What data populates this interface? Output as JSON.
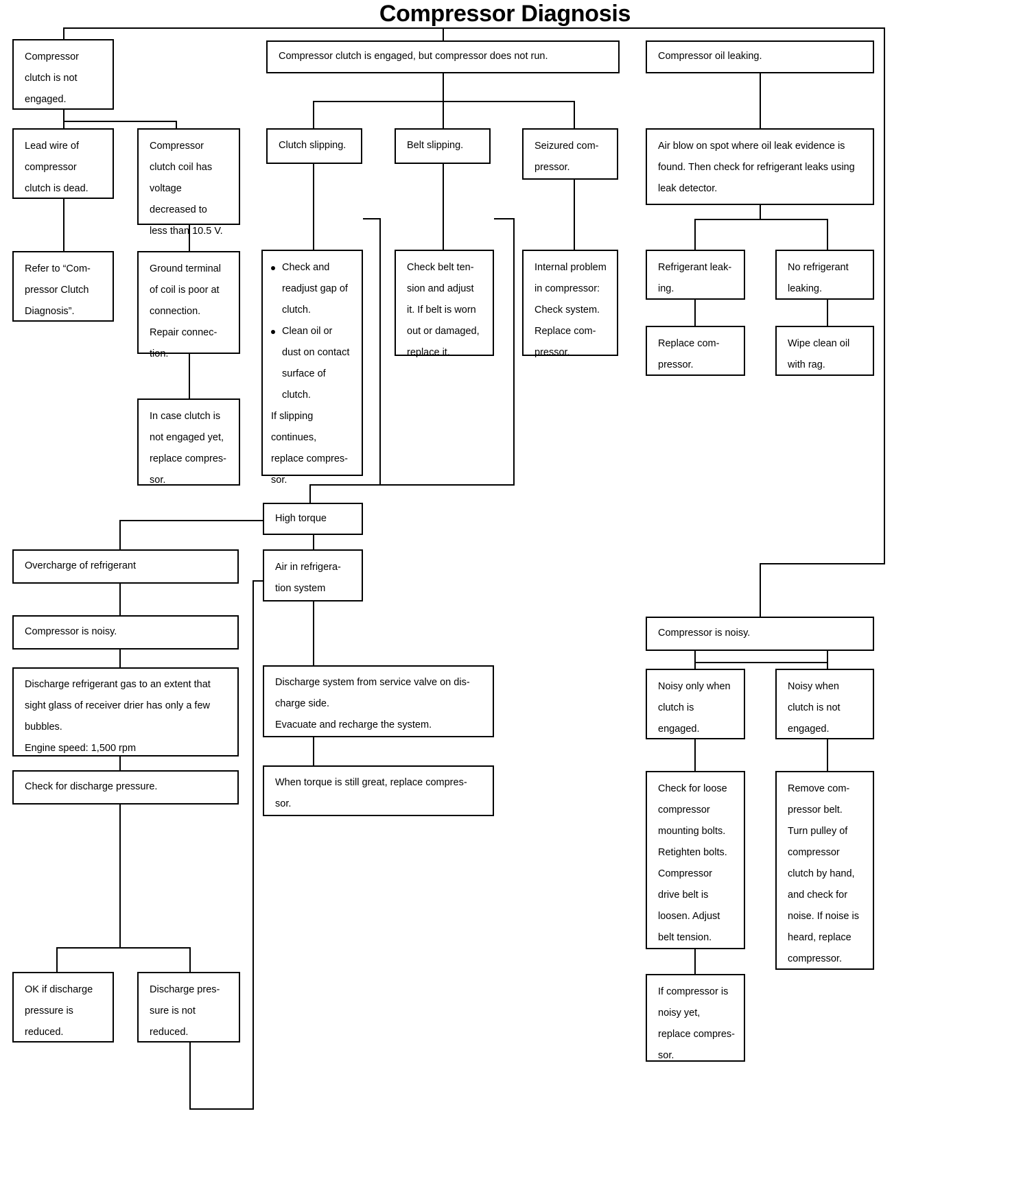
{
  "title": "Compressor Diagnosis",
  "nodes": {
    "clutch_not_engaged": [
      "Compressor",
      "clutch is not",
      "engaged."
    ],
    "clutch_engaged_no_run": [
      "Compressor clutch is engaged, but compressor does not run."
    ],
    "oil_leaking": [
      "Compressor oil leaking."
    ],
    "lead_wire_dead": [
      "Lead wire of",
      "compressor",
      "clutch is dead."
    ],
    "coil_voltage_low": [
      "Compressor",
      "clutch coil has",
      "voltage",
      "decreased to",
      "less than 10.5 V."
    ],
    "clutch_slipping": [
      "Clutch slipping."
    ],
    "belt_slipping": [
      "Belt slipping."
    ],
    "seizured_compressor": [
      "Seizured com-",
      "pressor."
    ],
    "air_blow_spot": [
      "Air blow on spot where oil leak evidence is",
      "found. Then check for refrigerant leaks using",
      "leak detector."
    ],
    "refer_clutch_diag": [
      "Refer to “Com-",
      "pressor Clutch",
      "Diagnosis”."
    ],
    "ground_terminal": [
      "Ground terminal",
      "of coil is poor at",
      "connection.",
      "Repair connec-",
      "tion."
    ],
    "clutch_actions_bullets": [
      [
        "Check and",
        "readjust gap of",
        "clutch."
      ],
      [
        "Clean oil or",
        "dust on contact",
        "surface of",
        "clutch."
      ]
    ],
    "clutch_actions_tail": [
      "If slipping",
      "continues,",
      "replace compres-",
      "sor."
    ],
    "check_belt_tension": [
      "Check belt ten-",
      "sion and adjust",
      "it. If belt is worn",
      "out or damaged,",
      "replace it."
    ],
    "internal_problem": [
      "Internal problem",
      "in compressor:",
      "Check system.",
      "Replace com-",
      "pressor."
    ],
    "refrigerant_leaking": [
      "Refrigerant leak-",
      "ing."
    ],
    "no_refrigerant_leaking": [
      "No refrigerant",
      "leaking."
    ],
    "in_case_clutch": [
      "In case clutch is",
      "not engaged yet,",
      "replace compres-",
      "sor."
    ],
    "replace_compressor_leak": [
      "Replace com-",
      "pressor."
    ],
    "wipe_clean_oil": [
      "Wipe clean oil",
      "with rag."
    ],
    "high_torque": [
      "High torque"
    ],
    "overcharge": [
      "Overcharge of refrigerant"
    ],
    "air_in_system": [
      "Air in refrigera-",
      "tion system"
    ],
    "compressor_noisy_left": [
      "Compressor is noisy."
    ],
    "compressor_noisy_right": [
      "Compressor is noisy."
    ],
    "discharge_refrigerant_gas": [
      "Discharge refrigerant gas to an extent that",
      "sight glass of receiver drier has only a few",
      "bubbles.",
      "Engine speed: 1,500 rpm"
    ],
    "discharge_system_service_valve": [
      "Discharge system from service valve on dis-",
      "charge side.",
      "Evacuate and recharge the system."
    ],
    "noisy_clutch_engaged": [
      "Noisy only when",
      "clutch is",
      "engaged."
    ],
    "noisy_clutch_not_engaged": [
      "Noisy when",
      "clutch is not",
      "engaged."
    ],
    "check_discharge_pressure": [
      "Check for discharge pressure."
    ],
    "when_torque_great": [
      "When torque is still great, replace compres-",
      "sor."
    ],
    "check_loose_bolts": [
      "Check for loose",
      "compressor",
      "mounting bolts.",
      "Retighten bolts.",
      "Compressor",
      "drive belt is",
      "loosen. Adjust",
      "belt tension."
    ],
    "remove_belt_turn_pulley": [
      "Remove com-",
      "pressor belt.",
      "Turn pulley of",
      "compressor",
      "clutch by hand,",
      "and check for",
      "noise. If noise is",
      "heard, replace",
      "compressor."
    ],
    "ok_pressure_reduced": [
      "OK if discharge",
      "pressure is",
      "reduced."
    ],
    "pressure_not_reduced": [
      "Discharge pres-",
      "sure is not",
      "reduced."
    ],
    "if_compressor_noisy_yet": [
      "If compressor is",
      "noisy yet,",
      "replace compres-",
      "sor."
    ]
  }
}
